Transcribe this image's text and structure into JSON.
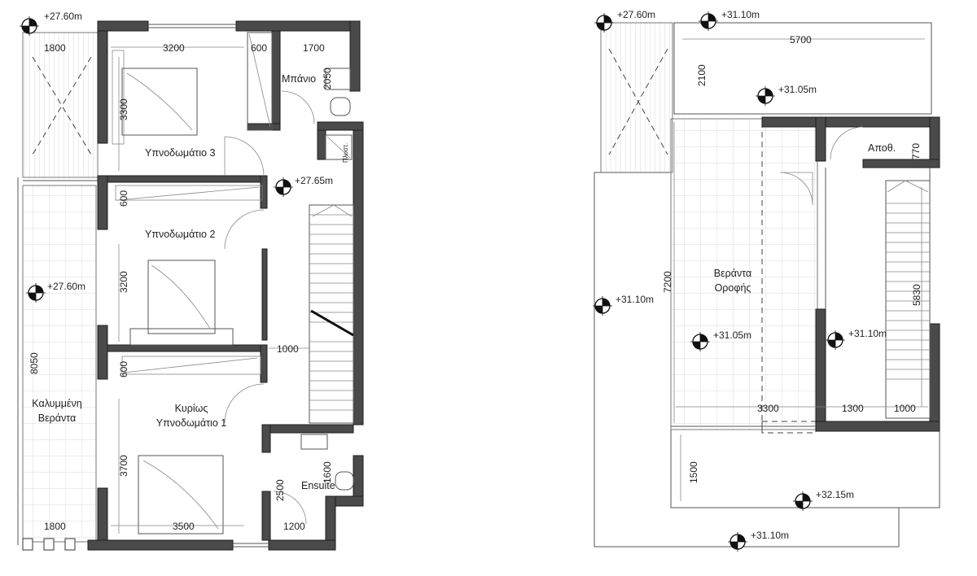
{
  "left_plan": {
    "levels": [
      "+27.60m",
      "+27.65m",
      "+27.60m"
    ],
    "rooms": {
      "bedroom3": "Υπνοδωμάτιο 3",
      "bedroom2": "Υπνοδωμάτιο 2",
      "master_line1": "Κυρίως",
      "master_line2": "Υπνοδωμάτιο 1",
      "bathroom": "Μπάνιο",
      "ensuite": "Ensuite",
      "veranda_line1": "Καλυμμένη",
      "veranda_line2": "Βεράντα",
      "laundry": "Πλυστ."
    },
    "dims": {
      "d1800_top": "1800",
      "d3200_top": "3200",
      "d600_top": "600",
      "d1700": "1700",
      "d2050": "2050",
      "d3300": "3300",
      "d600_a": "600",
      "d3200_side": "3200",
      "d1000": "1000",
      "d600_b": "600",
      "d8050": "8050",
      "d3700": "3700",
      "d1600": "1600",
      "d2500": "2500",
      "d1800_bottom": "1800",
      "d3500": "3500",
      "d1200": "1200"
    }
  },
  "right_plan": {
    "levels": [
      "+27.60m",
      "+31.10m",
      "+31.05m",
      "+31.10m",
      "+31.05m",
      "+31.10m",
      "+32.15m",
      "+31.10m"
    ],
    "rooms": {
      "storage": "Αποθ.",
      "roof_veranda_line1": "Βεράντα",
      "roof_veranda_line2": "Οροφής"
    },
    "dims": {
      "d5700": "5700",
      "d2100": "2100",
      "d770": "770",
      "d7200": "7200",
      "d5830": "5830",
      "d3300": "3300",
      "d1300": "1300",
      "d1000": "1000",
      "d1500": "1500"
    }
  }
}
